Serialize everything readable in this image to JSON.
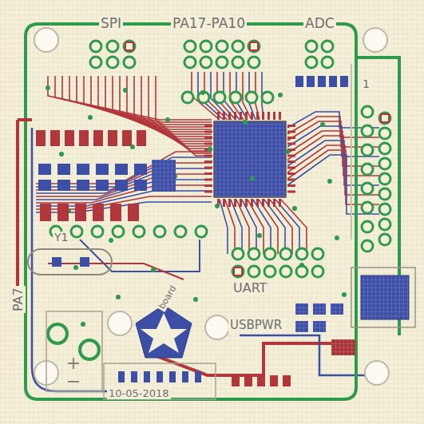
{
  "diagram": {
    "labels": [
      "SPI",
      "PA17-PA10",
      "ADC",
      "PA7",
      "Y1",
      "UART",
      "USBPWR",
      "board",
      "10-05-2018",
      "1"
    ]
  }
}
